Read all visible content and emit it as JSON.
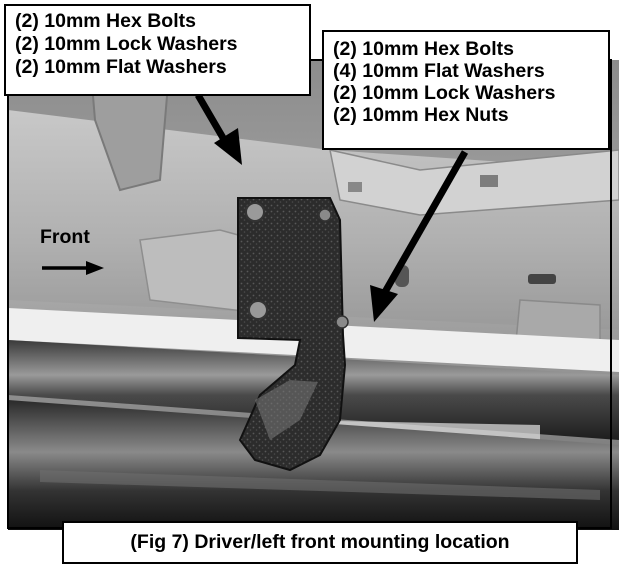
{
  "figure": {
    "callout_left": {
      "lines": [
        "(2) 10mm Hex Bolts",
        "(2) 10mm Lock Washers",
        "(2) 10mm Flat Washers"
      ]
    },
    "callout_right": {
      "lines": [
        "(2) 10mm Hex Bolts",
        "(4) 10mm Flat Washers",
        "(2) 10mm Lock Washers",
        "(2) 10mm Hex Nuts"
      ]
    },
    "front_label": "Front",
    "caption": "(Fig 7) Driver/left front mounting location"
  }
}
